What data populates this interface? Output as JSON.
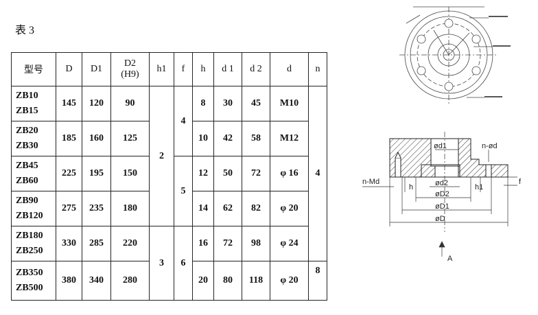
{
  "caption": "表 3",
  "table": {
    "headers": {
      "model": "型号",
      "D": "D",
      "D1": "D1",
      "D2_line1": "D2",
      "D2_line2": "(H9)",
      "h1": "h1",
      "f": "f",
      "h": "h",
      "d1": "d 1",
      "d2": "d 2",
      "d": "d",
      "n": "n"
    },
    "rows": [
      {
        "model_a": "ZB10",
        "model_b": "ZB15",
        "D": "145",
        "D1": "120",
        "D2": "90",
        "h": "8",
        "d1": "30",
        "d2": "45",
        "d": "M10"
      },
      {
        "model_a": "ZB20",
        "model_b": "ZB30",
        "D": "185",
        "D1": "160",
        "D2": "125",
        "h": "10",
        "d1": "42",
        "d2": "58",
        "d": "M12"
      },
      {
        "model_a": "ZB45",
        "model_b": "ZB60",
        "D": "225",
        "D1": "195",
        "D2": "150",
        "h": "12",
        "d1": "50",
        "d2": "72",
        "d": "φ 16"
      },
      {
        "model_a": "ZB90",
        "model_b": "ZB120",
        "D": "275",
        "D1": "235",
        "D2": "180",
        "h": "14",
        "d1": "62",
        "d2": "82",
        "d": "φ 20"
      },
      {
        "model_a": "ZB180",
        "model_b": "ZB250",
        "D": "330",
        "D1": "285",
        "D2": "220",
        "h": "16",
        "d1": "72",
        "d2": "98",
        "d": "φ 24"
      },
      {
        "model_a": "ZB350",
        "model_b": "ZB500",
        "D": "380",
        "D1": "340",
        "D2": "280",
        "h": "20",
        "d1": "80",
        "d2": "118",
        "d": "φ 20"
      }
    ],
    "merged": {
      "h1_a": "2",
      "h1_b": "3",
      "f_a": "4",
      "f_b": "5",
      "f_c": "6",
      "n_a": "4",
      "n_b": "8"
    }
  },
  "drawing": {
    "labels": {
      "nd": "n-ød",
      "nmd": "n-Md",
      "h": "h",
      "h1": "h1",
      "f": "f",
      "d1": "ød1",
      "d2": "ød2",
      "D2": "øD2",
      "D1": "øD1",
      "D": "øD",
      "view": "A"
    }
  }
}
